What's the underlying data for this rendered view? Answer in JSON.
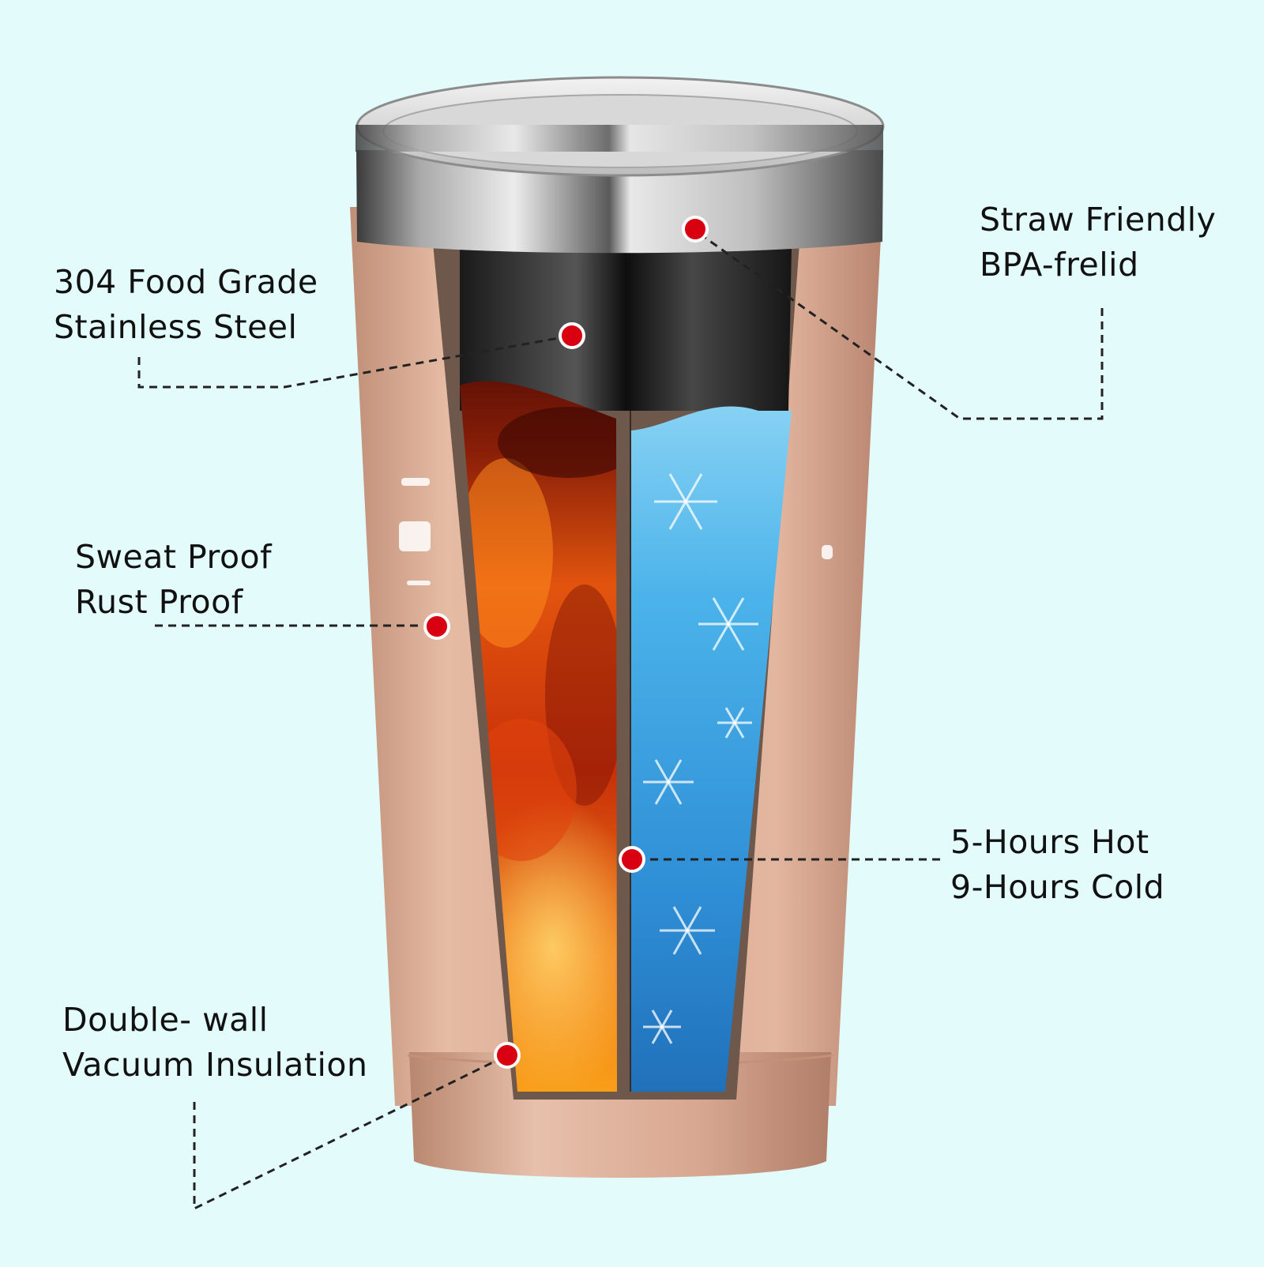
{
  "callouts": {
    "steel": {
      "line1": "304 Food Grade",
      "line2": "Stainless Steel"
    },
    "straw": {
      "line1": "Straw Friendly",
      "line2": "BPA-frelid"
    },
    "sweat": {
      "line1": "Sweat Proof",
      "line2": "Rust Proof"
    },
    "hours": {
      "line1": "5-Hours Hot",
      "line2": "9-Hours Cold"
    },
    "wall": {
      "line1": "Double- wall",
      "line2": "Vacuum Insulation"
    }
  },
  "colors": {
    "background": "#e4fbfc",
    "tumbler_rose_gold": "#d9aa92",
    "wall_brown": "#6e574b",
    "marker_red": "#d90012",
    "hot_orange": "#f0680f",
    "cold_blue": "#3aa6e6"
  }
}
